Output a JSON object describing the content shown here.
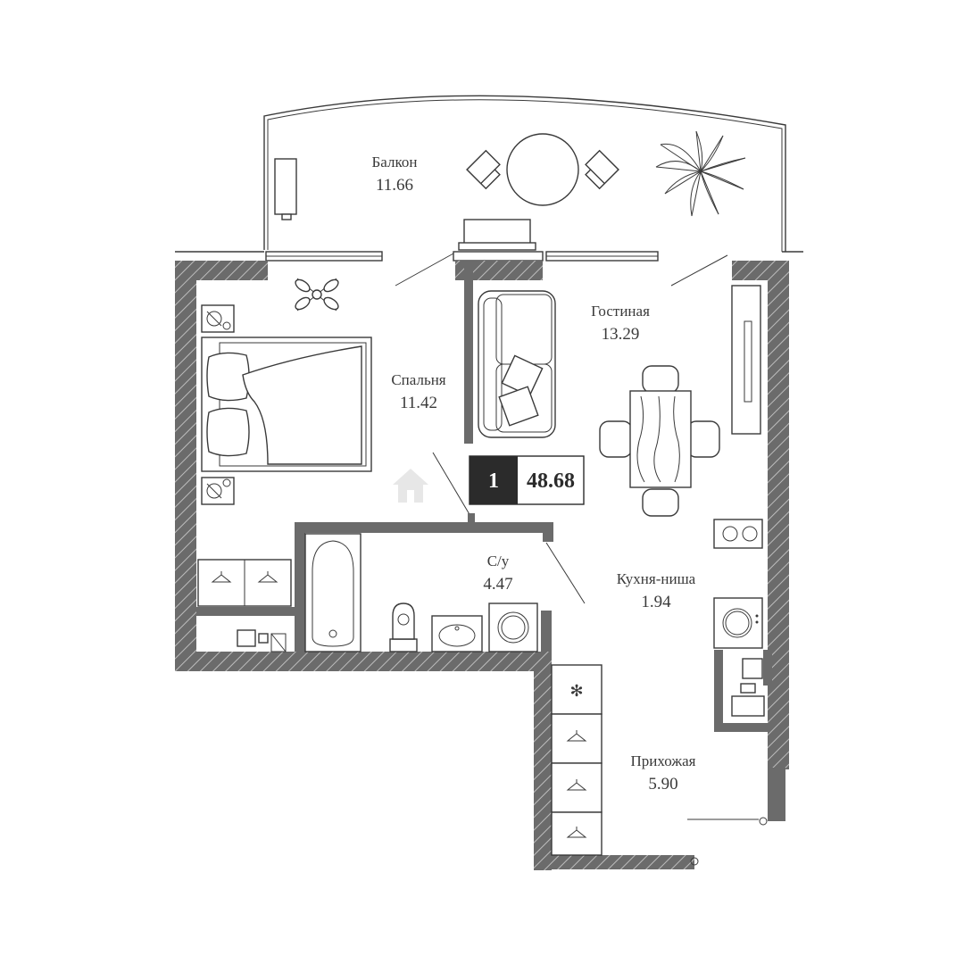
{
  "rooms": {
    "balcony": {
      "label": "Балкон",
      "area": "11.66"
    },
    "living": {
      "label": "Гостиная",
      "area": "13.29"
    },
    "bedroom": {
      "label": "Спальня",
      "area": "11.42"
    },
    "bathroom": {
      "label": "С/у",
      "area": "4.47"
    },
    "kitchen": {
      "label": "Кухня-ниша",
      "area": "1.94"
    },
    "hallway": {
      "label": "Прихожая",
      "area": "5.90"
    }
  },
  "badge": {
    "rooms": "1",
    "total_area": "48.68"
  },
  "icons": {
    "fridge": "snowflake-icon",
    "wardrobe": "hanger-icon",
    "plant": "palm-icon",
    "watermark": "house-logo-icon"
  },
  "colors": {
    "wall": "#6b6b6b",
    "line": "#3a3a3a",
    "badge_dark": "#2b2b2b"
  }
}
